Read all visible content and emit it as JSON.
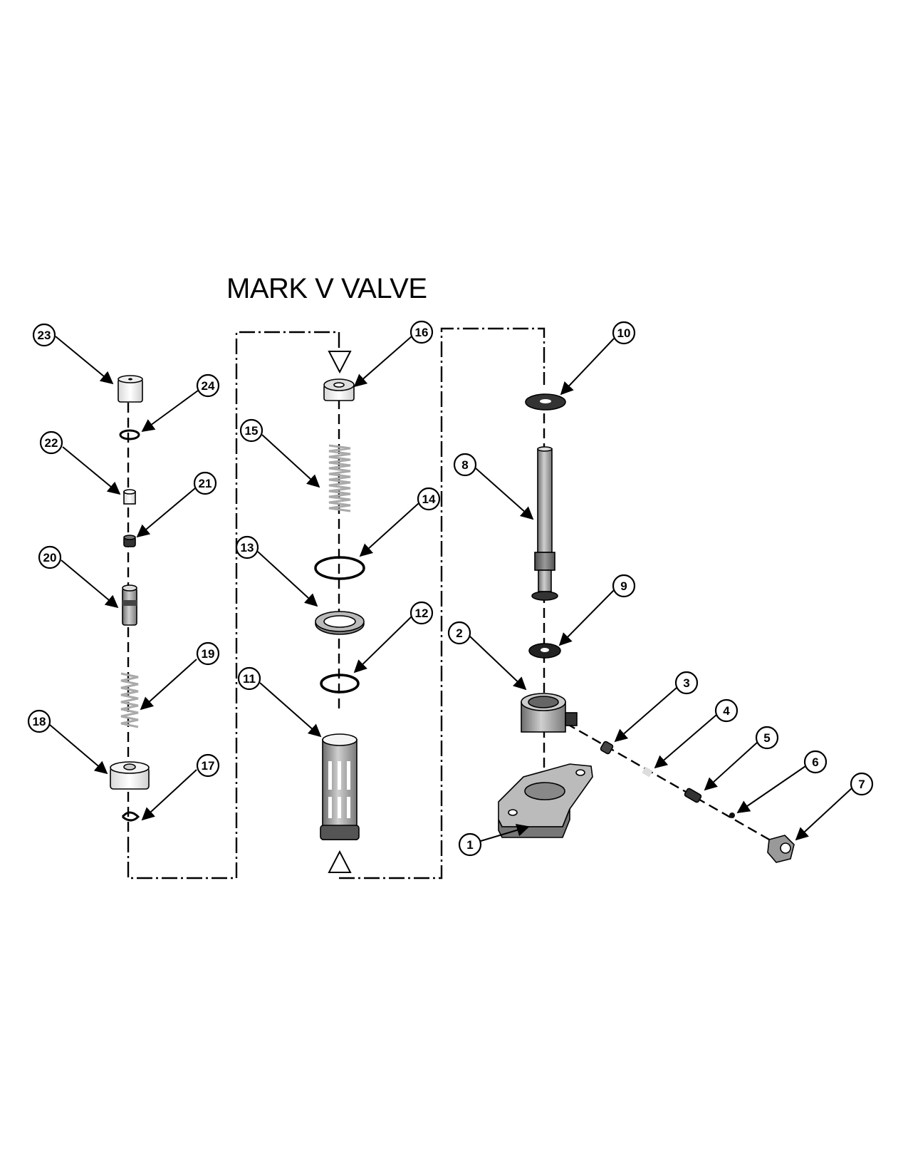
{
  "title": "MARK V VALVE",
  "callouts": [
    {
      "id": "1",
      "label": "1"
    },
    {
      "id": "2",
      "label": "2"
    },
    {
      "id": "3",
      "label": "3"
    },
    {
      "id": "4",
      "label": "4"
    },
    {
      "id": "5",
      "label": "5"
    },
    {
      "id": "6",
      "label": "6"
    },
    {
      "id": "7",
      "label": "7"
    },
    {
      "id": "8",
      "label": "8"
    },
    {
      "id": "9",
      "label": "9"
    },
    {
      "id": "10",
      "label": "10"
    },
    {
      "id": "11",
      "label": "11"
    },
    {
      "id": "12",
      "label": "12"
    },
    {
      "id": "13",
      "label": "13"
    },
    {
      "id": "14",
      "label": "14"
    },
    {
      "id": "15",
      "label": "15"
    },
    {
      "id": "16",
      "label": "16"
    },
    {
      "id": "17",
      "label": "17"
    },
    {
      "id": "18",
      "label": "18"
    },
    {
      "id": "19",
      "label": "19"
    },
    {
      "id": "20",
      "label": "20"
    },
    {
      "id": "21",
      "label": "21"
    },
    {
      "id": "22",
      "label": "22"
    },
    {
      "id": "23",
      "label": "23"
    },
    {
      "id": "24",
      "label": "24"
    }
  ]
}
